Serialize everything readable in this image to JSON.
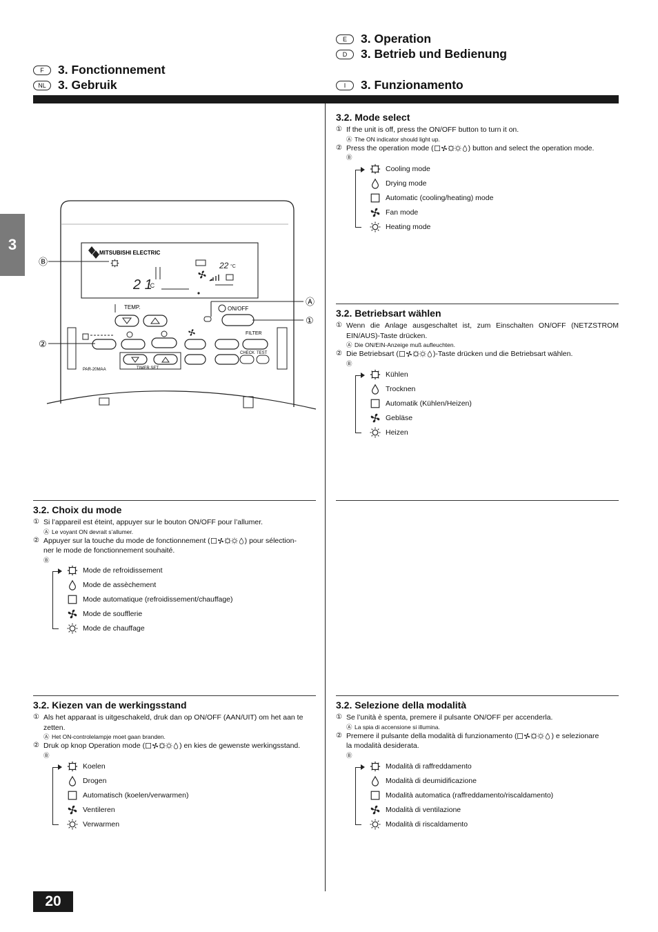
{
  "page_number": "20",
  "side_tab": "3",
  "headings": [
    {
      "lang": "E",
      "text": "3. Operation"
    },
    {
      "lang": "D",
      "text": "3. Betrieb und Bedienung"
    },
    {
      "lang": "F",
      "text": "3. Fonctionnement"
    },
    {
      "lang": "NL",
      "text": "3. Gebruik"
    },
    {
      "lang": "I",
      "text": "3. Funzionamento"
    }
  ],
  "remote": {
    "brand": "MITSUBISHI ELECTRIC",
    "temp_label": "TEMP.",
    "onoff_label": "ON/OFF",
    "filter_label": "FILTER",
    "check_label": "CHECK",
    "test_label": "TEST",
    "model": "PAR-20MAA",
    "timer_set_label": "TIMER SET",
    "set_temp": "21°C",
    "room_temp": "22°C",
    "callout_B": "Ⓑ",
    "callout_2": "②",
    "callout_A": "Ⓐ",
    "callout_1": "①"
  },
  "sections": {
    "en": {
      "title": "3.2. Mode select",
      "step1": "If the unit is off, press the ON/OFF button to turn it on.",
      "noteA": "The ON indicator should light up.",
      "step2_pre": "Press the operation mode (",
      "step2_post": ") button and select the operation mode.",
      "modes": [
        "Cooling mode",
        "Drying mode",
        "Automatic (cooling/heating) mode",
        "Fan mode",
        "Heating mode"
      ]
    },
    "de": {
      "title": "3.2. Betriebsart wählen",
      "step1": "Wenn die Anlage ausgeschaltet ist, zum Einschalten ON/OFF (NETZSTROM EIN/AUS)-Taste drücken.",
      "noteA": "Die ON/EIN-Anzeige muß aufleuchten.",
      "step2_pre": "Die Betriebsart (",
      "step2_post": ")-Taste drücken und die Betriebsart wählen.",
      "modes": [
        "Kühlen",
        "Trocknen",
        "Automatik (Kühlen/Heizen)",
        "Gebläse",
        "Heizen"
      ]
    },
    "fr": {
      "title": "3.2. Choix du mode",
      "step1": "Si l’appareil est éteint, appuyer sur le bouton ON/OFF pour l’allumer.",
      "noteA": "Le voyant ON devrait s’allumer.",
      "step2_pre": "Appuyer sur la touche du mode de fonctionnement (",
      "step2_post": ") pour sélection-",
      "step2_cont": "ner le mode de fonctionnement souhaité.",
      "modes": [
        "Mode de refroidissement",
        "Mode de assèchement",
        "Mode automatique (refroidissement/chauffage)",
        "Mode de soufflerie",
        "Mode de chauffage"
      ]
    },
    "nl": {
      "title": "3.2. Kiezen van de werkingsstand",
      "step1": "Als het apparaat is uitgeschakeld, druk dan op ON/OFF (AAN/UIT) om het aan te zetten.",
      "noteA": "Het ON-controlelampje moet gaan branden.",
      "step2_pre": "Druk op knop Operation mode (",
      "step2_post": ") en kies de gewenste werkingsstand.",
      "modes": [
        "Koelen",
        "Drogen",
        "Automatisch (koelen/verwarmen)",
        "Ventileren",
        "Verwarmen"
      ]
    },
    "it": {
      "title": "3.2. Selezione della modalità",
      "step1": "Se l’unità è spenta, premere il pulsante ON/OFF per accenderla.",
      "noteA": "La spia di accensione si illumina.",
      "step2_pre": "Premere il pulsante della modalità di funzionamento (",
      "step2_post": ") e selezionare",
      "step2_cont": "la modalità desiderata.",
      "modes": [
        "Modalità di raffreddamento",
        "Modalità di deumidificazione",
        "Modalità automatica (raffreddamento/riscaldamento)",
        "Modalità di ventilazione",
        "Modalità di riscaldamento"
      ]
    }
  },
  "markers": {
    "one": "①",
    "two": "②",
    "A": "Ⓐ",
    "B": "Ⓑ"
  }
}
